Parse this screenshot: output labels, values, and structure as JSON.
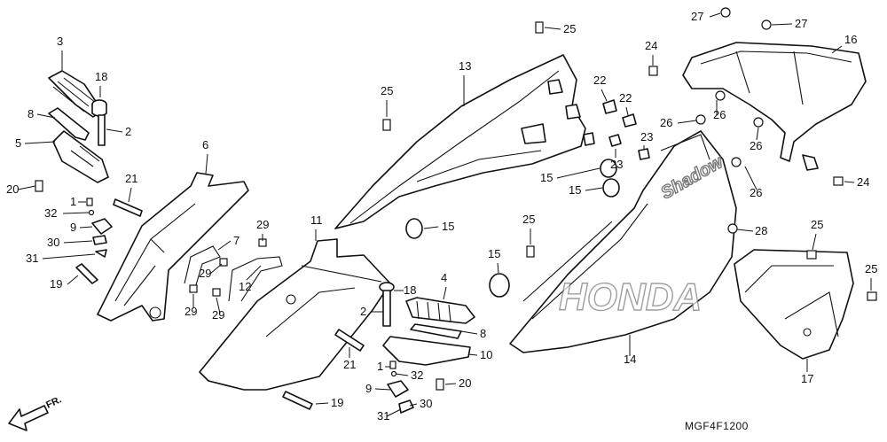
{
  "diagram": {
    "figure_code": "MGF4F1200",
    "direction_label": "FR.",
    "logo_text": "HONDA",
    "decal_text": "Shadow",
    "callouts": [
      "3",
      "18",
      "8",
      "2",
      "5",
      "20",
      "6",
      "21",
      "1",
      "32",
      "9",
      "30",
      "31",
      "19",
      "7",
      "29",
      "29",
      "29",
      "29",
      "12",
      "11",
      "18",
      "2",
      "21",
      "19",
      "4",
      "8",
      "10",
      "1",
      "32",
      "9",
      "20",
      "30",
      "31",
      "13",
      "25",
      "25",
      "22",
      "22",
      "23",
      "23",
      "15",
      "15",
      "15",
      "15",
      "25",
      "14",
      "27",
      "27",
      "24",
      "16",
      "26",
      "26",
      "26",
      "26",
      "24",
      "28",
      "25",
      "25",
      "17"
    ]
  }
}
